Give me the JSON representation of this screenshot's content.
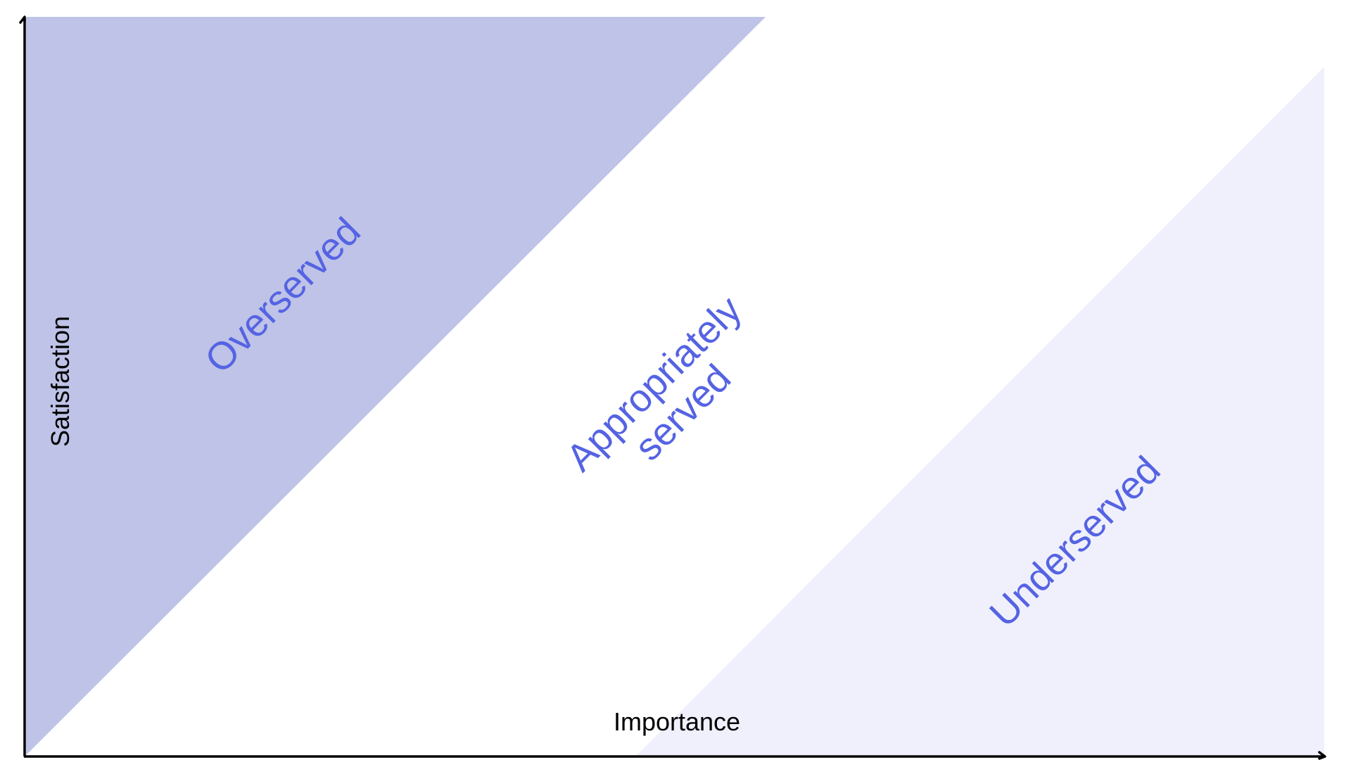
{
  "chart_data": {
    "type": "diagram",
    "title": "",
    "xlabel": "Importance",
    "ylabel": "Satisfaction",
    "grid": false,
    "legend": null,
    "regions": [
      {
        "name": "Overserved",
        "description": "Upper-left triangle above the diagonal where satisfaction exceeds importance",
        "fill": "#bec3e7",
        "label_lines": [
          "Overserved"
        ]
      },
      {
        "name": "Appropriately served",
        "description": "Diagonal band where satisfaction roughly matches importance",
        "fill": "#ffffff",
        "label_lines": [
          "Appropriately",
          "served"
        ]
      },
      {
        "name": "Underserved",
        "description": "Lower-right triangle where importance exceeds satisfaction",
        "fill": "#f0f0fd",
        "label_lines": [
          "Underserved"
        ]
      }
    ]
  },
  "axes": {
    "x_label": "Importance",
    "y_label": "Satisfaction",
    "color": "#000000"
  },
  "labels": {
    "overserved": {
      "lines": [
        "Overserved"
      ]
    },
    "appropriately_served": {
      "lines": [
        "Appropriately",
        "served"
      ]
    },
    "underserved": {
      "lines": [
        "Underserved"
      ]
    }
  },
  "colors": {
    "overserved_fill": "#bec3e7",
    "underserved_fill": "#f0f0fd",
    "label_text": "#5563e3",
    "axis": "#000000",
    "background": "#ffffff"
  }
}
